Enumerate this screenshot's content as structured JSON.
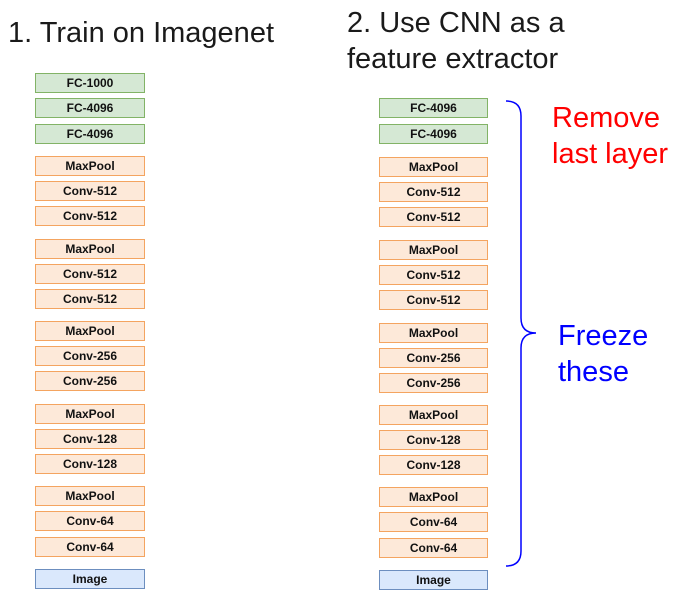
{
  "colors": {
    "fc_fill": "#d5e8d4",
    "fc_border": "#82b366",
    "conv_fill": "#fde9d9",
    "conv_border": "#f4a460",
    "image_fill": "#dae8fc",
    "image_border": "#6c8ebf",
    "remove": "#ff0000",
    "freeze": "#0000ff"
  },
  "left": {
    "title": "1. Train on Imagenet",
    "layers": [
      {
        "label": "FC-1000",
        "kind": "fc"
      },
      {
        "label": "FC-4096",
        "kind": "fc"
      },
      {
        "label": "FC-4096",
        "kind": "fc"
      },
      {
        "label": "MaxPool",
        "kind": "conv"
      },
      {
        "label": "Conv-512",
        "kind": "conv"
      },
      {
        "label": "Conv-512",
        "kind": "conv"
      },
      {
        "label": "MaxPool",
        "kind": "conv"
      },
      {
        "label": "Conv-512",
        "kind": "conv"
      },
      {
        "label": "Conv-512",
        "kind": "conv"
      },
      {
        "label": "MaxPool",
        "kind": "conv"
      },
      {
        "label": "Conv-256",
        "kind": "conv"
      },
      {
        "label": "Conv-256",
        "kind": "conv"
      },
      {
        "label": "MaxPool",
        "kind": "conv"
      },
      {
        "label": "Conv-128",
        "kind": "conv"
      },
      {
        "label": "Conv-128",
        "kind": "conv"
      },
      {
        "label": "MaxPool",
        "kind": "conv"
      },
      {
        "label": "Conv-64",
        "kind": "conv"
      },
      {
        "label": "Conv-64",
        "kind": "conv"
      },
      {
        "label": "Image",
        "kind": "image"
      }
    ]
  },
  "right": {
    "title_line1": "2. Use CNN as a",
    "title_line2": "feature extractor",
    "layers": [
      {
        "label": "FC-4096",
        "kind": "fc"
      },
      {
        "label": "FC-4096",
        "kind": "fc"
      },
      {
        "label": "MaxPool",
        "kind": "conv"
      },
      {
        "label": "Conv-512",
        "kind": "conv"
      },
      {
        "label": "Conv-512",
        "kind": "conv"
      },
      {
        "label": "MaxPool",
        "kind": "conv"
      },
      {
        "label": "Conv-512",
        "kind": "conv"
      },
      {
        "label": "Conv-512",
        "kind": "conv"
      },
      {
        "label": "MaxPool",
        "kind": "conv"
      },
      {
        "label": "Conv-256",
        "kind": "conv"
      },
      {
        "label": "Conv-256",
        "kind": "conv"
      },
      {
        "label": "MaxPool",
        "kind": "conv"
      },
      {
        "label": "Conv-128",
        "kind": "conv"
      },
      {
        "label": "Conv-128",
        "kind": "conv"
      },
      {
        "label": "MaxPool",
        "kind": "conv"
      },
      {
        "label": "Conv-64",
        "kind": "conv"
      },
      {
        "label": "Conv-64",
        "kind": "conv"
      },
      {
        "label": "Image",
        "kind": "image"
      }
    ]
  },
  "annotations": {
    "remove_line1": "Remove",
    "remove_line2": "last layer",
    "freeze_line1": "Freeze",
    "freeze_line2": "these"
  }
}
